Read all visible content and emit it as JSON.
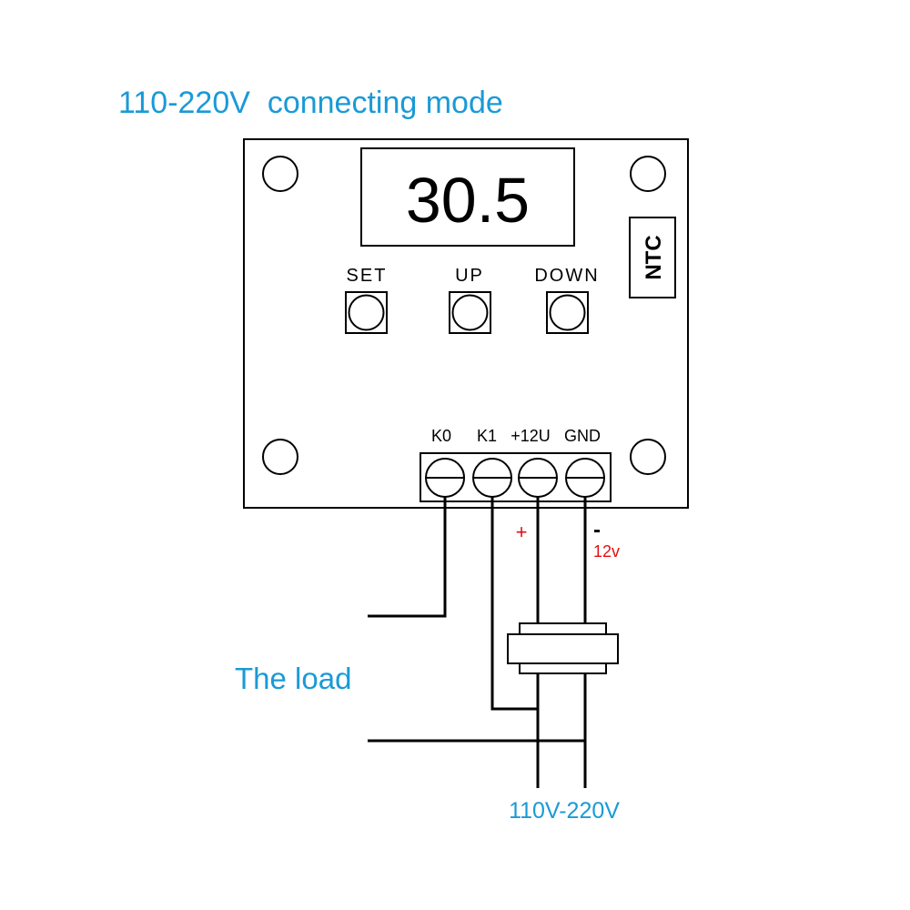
{
  "title": "110-220V  connecting mode",
  "display": {
    "reading": "30.5"
  },
  "sensor": {
    "label": "NTC"
  },
  "buttons": [
    {
      "id": "set",
      "label": "SET"
    },
    {
      "id": "up",
      "label": "UP"
    },
    {
      "id": "down",
      "label": "DOWN"
    }
  ],
  "terminals": [
    {
      "id": "k0",
      "label": "K0"
    },
    {
      "id": "k1",
      "label": "K1"
    },
    {
      "id": "plus12",
      "label": "+12U"
    },
    {
      "id": "gnd",
      "label": "GND"
    }
  ],
  "polarity": {
    "plus": "+",
    "minus": "-",
    "voltage": "12v"
  },
  "load": {
    "label": "The load"
  },
  "supply": {
    "label": "110V-220V"
  },
  "colors": {
    "accent_blue": "#1a9ad6",
    "polarity_red": "#e01010",
    "line": "#000000"
  }
}
